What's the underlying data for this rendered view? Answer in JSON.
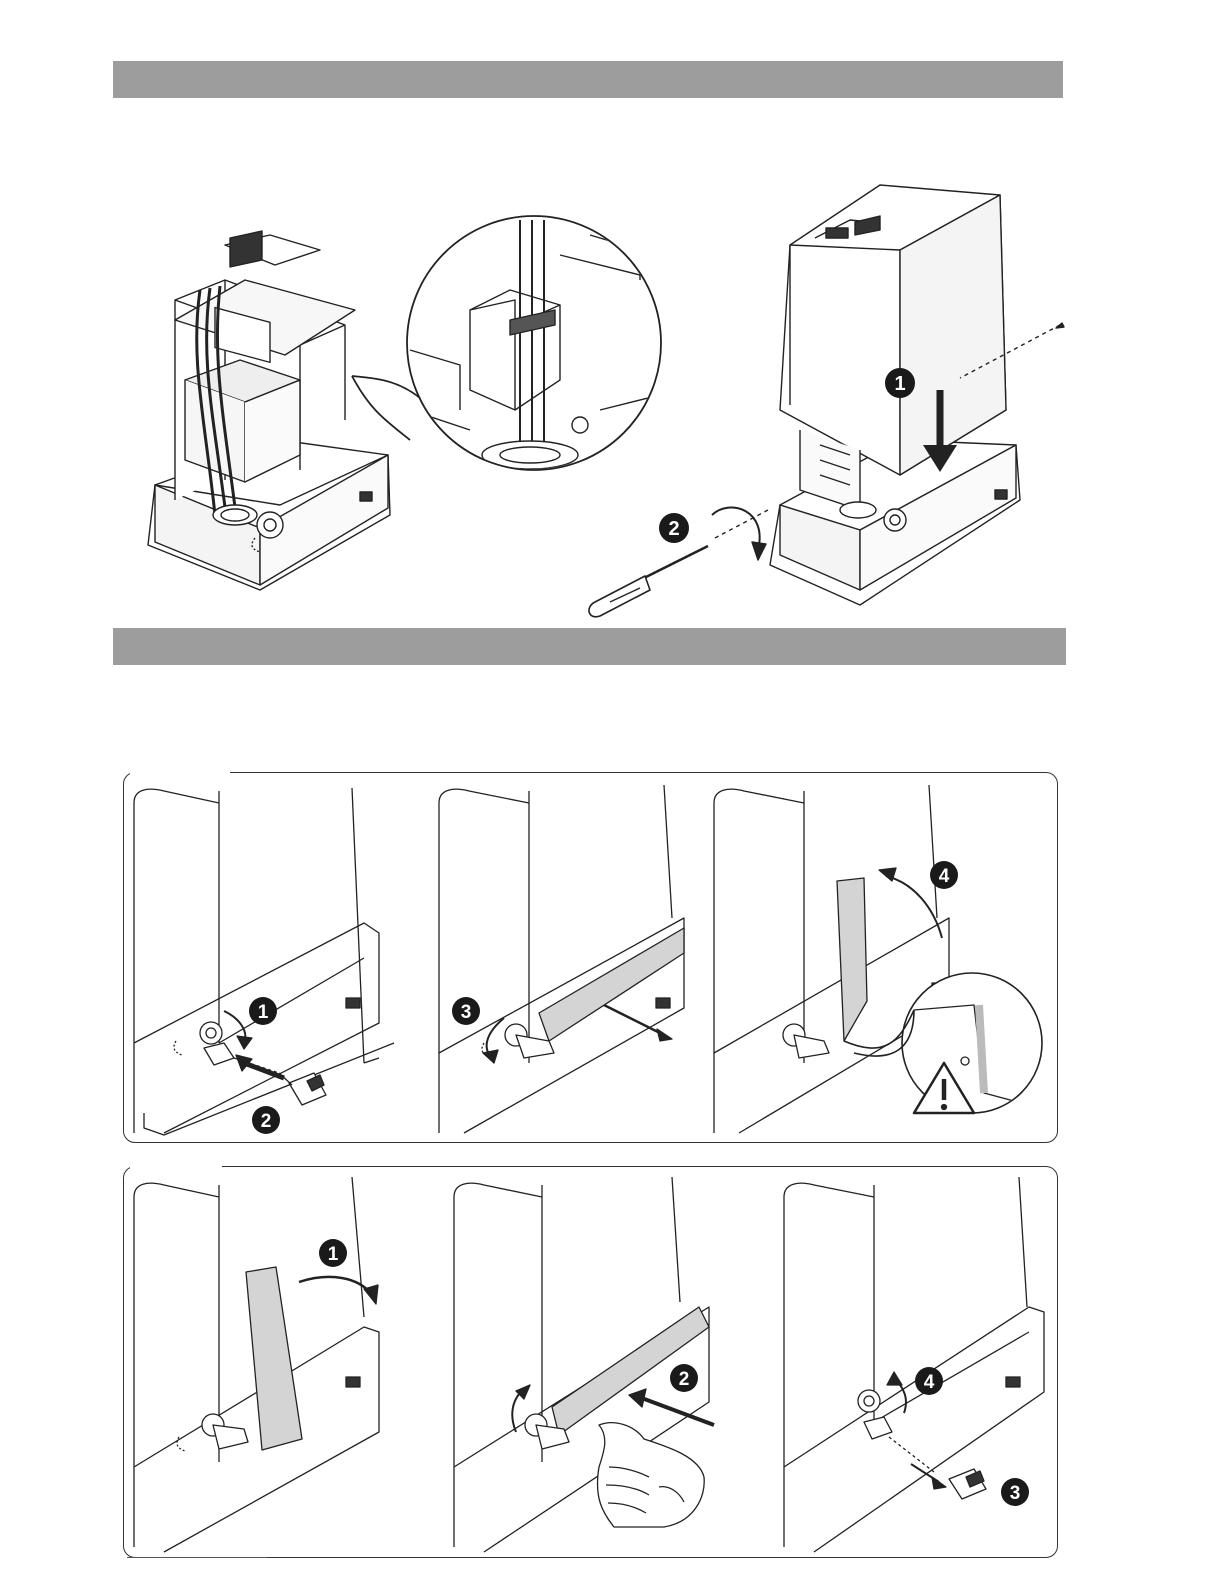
{
  "section_bars": [
    "",
    ""
  ],
  "figure_assembly": {
    "steps": [
      "1",
      "2"
    ],
    "icons": [
      "screwdriver-icon",
      "rotate-arrow-icon",
      "down-arrow-icon",
      "magnifier-callout"
    ]
  },
  "frame_release": {
    "panels": [
      {
        "steps": [
          "1",
          "2"
        ]
      },
      {
        "steps": [
          "3"
        ]
      },
      {
        "steps": [
          "4"
        ],
        "icons": [
          "warning-icon"
        ]
      }
    ]
  },
  "frame_lock": {
    "panels": [
      {
        "steps": [
          "1"
        ]
      },
      {
        "steps": [
          "2"
        ]
      },
      {
        "steps": [
          "4",
          "3"
        ]
      }
    ]
  },
  "colors": {
    "bar": "#9d9d9d",
    "step_badge": "#1a1a1a",
    "panel_fill": "#d4d4d4"
  }
}
